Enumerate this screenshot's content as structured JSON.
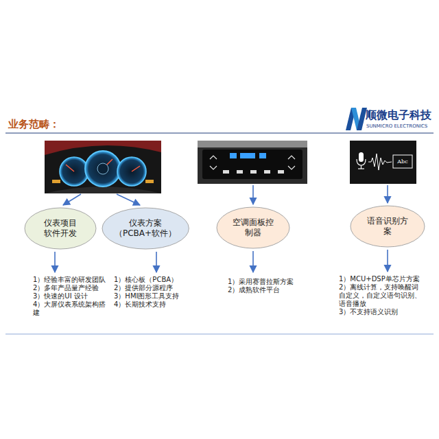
{
  "diagram": {
    "title": "业务范畴：",
    "nodes": [
      {
        "text": [
          "仪表项目 软件开发"
        ]
      },
      {
        "text": [
          "仪表方案 （PCBA+软件）"
        ]
      },
      {
        "text": [
          "空调面板控 制器"
        ]
      },
      {
        "text": [
          "语音识别方 案"
        ]
      }
    ],
    "labels": [
      "顺微电子科技",
      "SUNMICRO ELECTRONICS",
      "Abc",
      "1）经验丰富的研发团队",
      "2）多年产品量产经验",
      "3）快速的UI 设计",
      "4）大屏仪表系统架构搭建",
      "1）核心板（PCBA）",
      "2）提供部分源程序",
      "3）HMI图形工具支持",
      "4）长期技术支持",
      "1）采用赛普拉斯方案",
      "2）成熟软件平台",
      "1）MCU+DSP单芯片方案",
      "2）离线计算，支持唤醒词自定义，自定义语句识别、语音播放",
      "3）不支持语义识别"
    ]
  }
}
